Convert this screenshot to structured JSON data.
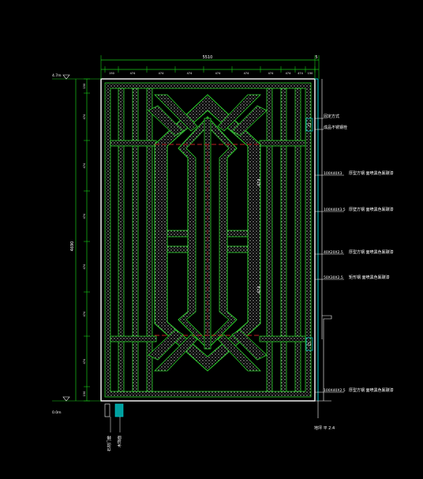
{
  "colors": {
    "background": "#000000",
    "frame": "#ffffff",
    "member_outline": "#2bd32b",
    "hatch": "#c8c8c8",
    "dimension": "#18c818",
    "leader": "#ffffff",
    "cyan_detail": "#00d0d0",
    "center_line": "#ff2a2a",
    "text": "#ffffff"
  },
  "dimensions": {
    "top_overall": "5510",
    "top_side": "5",
    "top_segments": [
      "150",
      "474",
      "474",
      "474",
      "474",
      "474",
      "474",
      "474",
      "474",
      "150"
    ],
    "left_overall": "4690",
    "left_segments": [
      "150",
      "474",
      "474",
      "474",
      "474",
      "474",
      "474",
      "150"
    ],
    "left_elevation_top": "4.7m",
    "left_elevation_bottom": "0.0m",
    "bottom_right_note": "地坪 平 2.4",
    "bottom_vertical_notes": [
      "石材门套",
      "木饰面"
    ]
  },
  "diagram_labels": {
    "inner_dim_a": "474",
    "inner_dim_b": "474"
  },
  "callouts": [
    {
      "code": "",
      "text": "固定方式"
    },
    {
      "code": "",
      "text": "成品不锈钢栓"
    },
    {
      "code": "100X40X3",
      "text": "厚型方钢 面喷黑色氟碳漆"
    },
    {
      "code": "100X40X3.5",
      "text": "厚壁方钢 面喷黑色氟碳漆"
    },
    {
      "code": "40X20X2.5",
      "text": "厚型方钢 面喷黑色氟碳漆"
    },
    {
      "code": "50X30X2.5",
      "text": "矩形钢 面喷黑色氟碳漆"
    },
    {
      "code": "100X40X2.5",
      "text": "厚型方钢 面喷黑色氟碳漆"
    }
  ]
}
